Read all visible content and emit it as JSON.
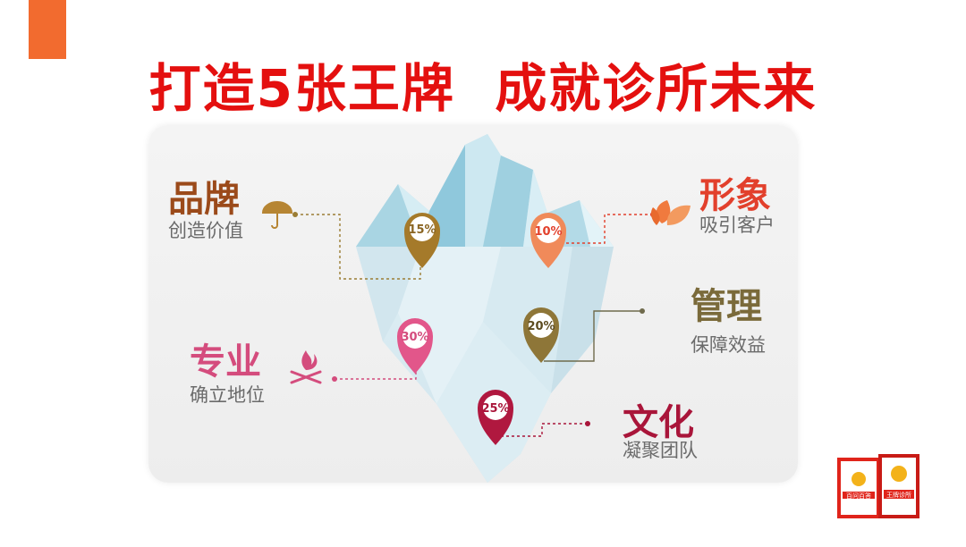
{
  "title": "打造5张王牌  成就诊所未来",
  "colors": {
    "title_red": "#e4100f",
    "accent_orange": "#f26b2f",
    "brand_brown": "#9b4a1a",
    "image_orange": "#e2402c",
    "management_olive": "#7a6a3a",
    "professional_pink": "#d44c7d",
    "culture_crimson": "#a9153a"
  },
  "cards": [
    {
      "id": "brand",
      "heading": "品牌",
      "sub": "创造价值",
      "percent": "15%",
      "icon": "umbrella-icon"
    },
    {
      "id": "image",
      "heading": "形象",
      "sub": "吸引客户",
      "percent": "10%",
      "icon": "leaf-icon"
    },
    {
      "id": "management",
      "heading": "管理",
      "sub": "保障效益",
      "percent": "20%",
      "icon": "none"
    },
    {
      "id": "professional",
      "heading": "专业",
      "sub": "确立地位",
      "percent": "30%",
      "icon": "campfire-icon"
    },
    {
      "id": "culture",
      "heading": "文化",
      "sub": "凝聚团队",
      "percent": "25%",
      "icon": "none"
    }
  ],
  "book": {
    "left_cover_label": "百问百答",
    "right_cover_label": "王牌诊所"
  }
}
